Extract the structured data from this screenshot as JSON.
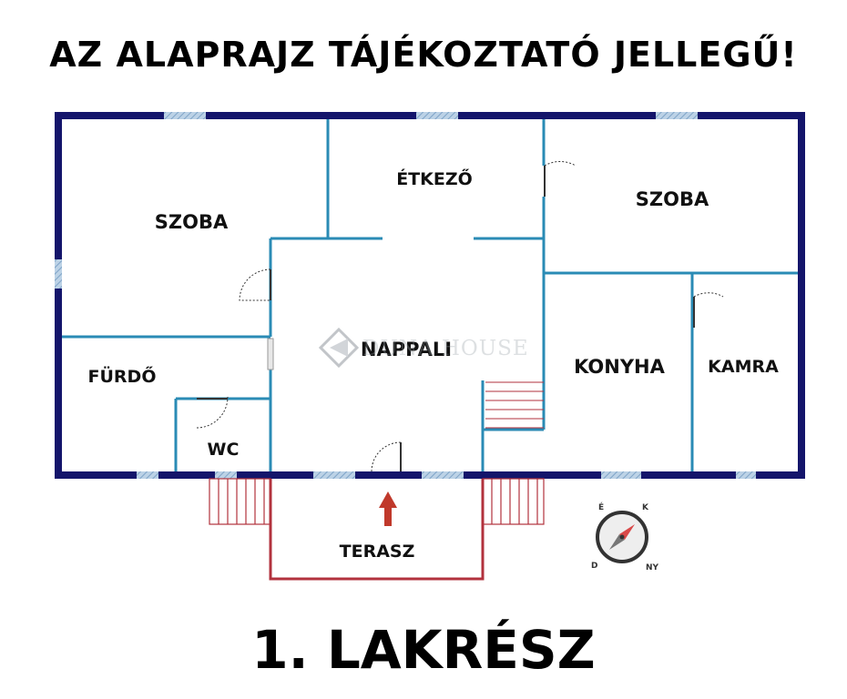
{
  "header": {
    "title": "AZ ALAPRAJZ TÁJÉKOZTATÓ JELLEGŰ!"
  },
  "rooms": {
    "szoba_left": "SZOBA",
    "etkezo": "ÉTKEZŐ",
    "szoba_right": "SZOBA",
    "nappali": "NAPPALI",
    "furdo": "FÜRDŐ",
    "wc": "WC",
    "konyha": "KONYHA",
    "kamra": "KAMRA",
    "terasz": "TERASZ"
  },
  "watermark": {
    "text": "DUNA HOUSE"
  },
  "compass": {
    "n": "É",
    "e": "K",
    "s": "D",
    "w": "NY"
  },
  "footer": {
    "title": "1. LAKRÉSZ"
  },
  "colors": {
    "outer_wall": "#14156b",
    "inner_wall": "#2a8bb5",
    "window": "#8fb3d4",
    "terrace": "#b2323d",
    "compass_needle": "#d94848"
  }
}
